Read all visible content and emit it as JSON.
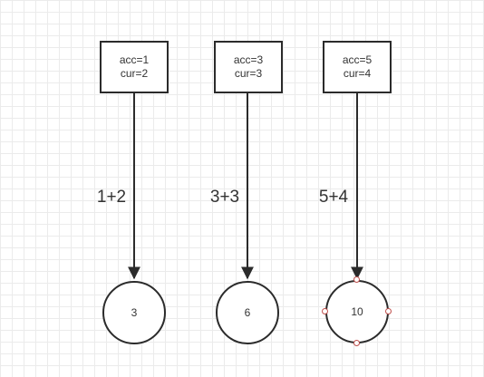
{
  "steps": [
    {
      "acc_text": "acc=1",
      "cur_text": "cur=2",
      "expression": "1+2",
      "result": "3"
    },
    {
      "acc_text": "acc=3",
      "cur_text": "cur=3",
      "expression": "3+3",
      "result": "6"
    },
    {
      "acc_text": "acc=5",
      "cur_text": "cur=4",
      "expression": "5+4",
      "result": "10"
    }
  ],
  "colors": {
    "stroke": "#2b2b2b",
    "text": "#333333",
    "grid": "#ebebeb",
    "selection_handle": "#c0504d"
  }
}
